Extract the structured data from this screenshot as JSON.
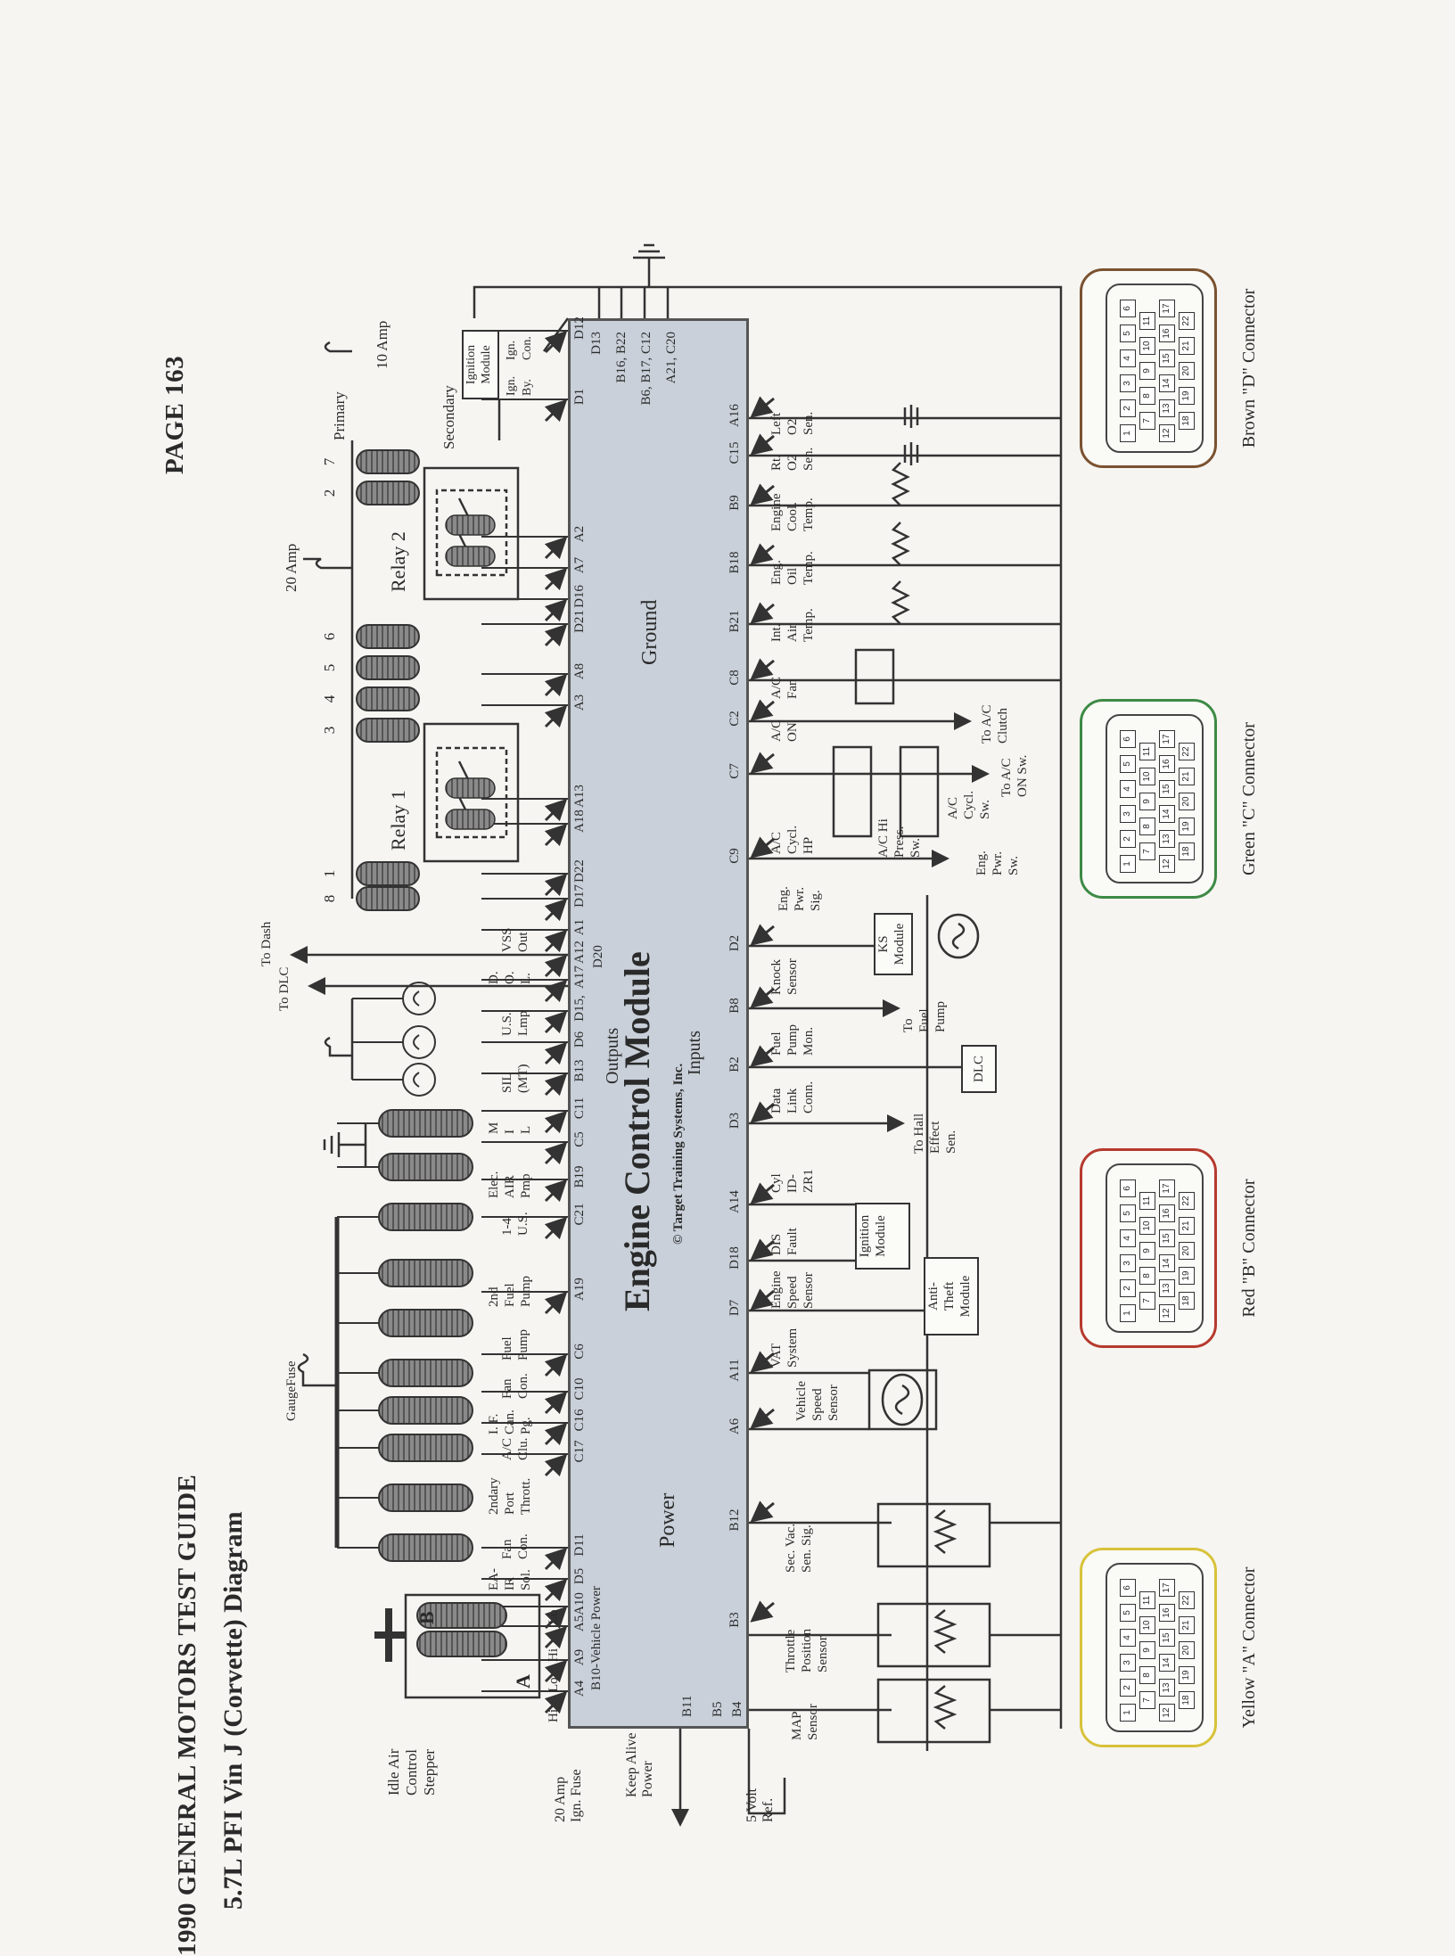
{
  "header": {
    "guide_title": "1990 GENERAL MOTORS TEST GUIDE",
    "diagram_title": "5.7L PFI Vin J (Corvette) Diagram",
    "page": "PAGE 163"
  },
  "ecm": {
    "title": "Engine Control Module",
    "copyright": "© Target Training Systems, Inc.",
    "outputs": "Outputs",
    "inputs": "Inputs",
    "power": "Power",
    "ground": "Ground",
    "vehicle_power": "B10-Vehicle Power",
    "d20": "D20",
    "top_pins": [
      "A4",
      "A9",
      "A5",
      "A10",
      "D5",
      "D11",
      "C17",
      "C16",
      "C10",
      "C6",
      "A19",
      "C21",
      "B19",
      "C5",
      "C11",
      "B13",
      "D6",
      "D15,",
      "A17",
      "A12",
      "A1",
      "D17",
      "D22",
      "A18",
      "A13",
      "A3",
      "A8",
      "D21",
      "D16",
      "A7",
      "A2",
      "D1",
      "D12"
    ],
    "bottom_pins": [
      "B3",
      "B12",
      "A6",
      "A11",
      "D7",
      "D18",
      "A14",
      "D3",
      "B2",
      "B8",
      "D2",
      "C9",
      "C7",
      "C2",
      "C8",
      "B21",
      "B18",
      "B9",
      "C15",
      "A16"
    ],
    "left_pins": [
      "B11",
      "B5",
      "B4"
    ],
    "ground_pins": [
      "D13",
      "B16, B22",
      "B6, B17, C12",
      "A21, C20"
    ]
  },
  "outputs": {
    "hi_left": "Hi",
    "lo_hi_lo": [
      "Lo",
      "Hi",
      "Lo"
    ],
    "coil_a": "A",
    "coil_b": "B",
    "labels": [
      "EA-\nIR\nSol.",
      "Fan\nCon.",
      "2ndary\nPort\nThrott.",
      "A/C\nClu.",
      "I. F.\nCan.\nPg.",
      "Fan\nCon.",
      "Fuel\nPump",
      "2nd\nFuel\nPump",
      "1-4\nU.S.",
      "Elec.\nAIR\nPmp",
      "M\nI\nL",
      "SIL\n(MT)",
      "U.S.\nLmp",
      "D.\nO.\nL.",
      "VSS\nOut"
    ],
    "to_dlc": "To DLC",
    "to_dash": "To Dash",
    "gauge_fuse": "GaugeFuse",
    "relay1": "Relay 1",
    "relay2": "Relay 2",
    "relay_numbers": [
      "8",
      "1",
      "3",
      "4",
      "5",
      "6",
      "2",
      "7"
    ],
    "amp20": "20 Amp",
    "amp10": "10 Amp",
    "primary": "Primary",
    "secondary": "Secondary",
    "ignition_module": "Ignition\nModule",
    "ign_by": "Ign.\nBy.",
    "ign_con": "Ign.\nCon."
  },
  "left": {
    "iac": "Idle Air\nControl\nStepper",
    "ign_fuse": "20 Amp\nIgn. Fuse",
    "keep_alive": "Keep Alive\nPower",
    "five_volt": "5 Volt\nRef."
  },
  "inputs": {
    "map": "MAP\nSensor",
    "tps": "Throttle\nPosition\nSensor",
    "sec_vac": "Sec. Vac.\nSen. Sig.",
    "vss": "Vehicle\nSpeed\nSensor",
    "vat": "VAT\nSystem",
    "ess": "Engine\nSpeed\nSensor",
    "dis": "DIS\nFault",
    "cyl": "Cyl\nID-\nZR1",
    "dlc_conn": "Data\nLink\nConn.",
    "fp_mon": "Fuel\nPump\nMon.",
    "knock": "Knock\nSensor",
    "eng_pwr_sig": "Eng.\nPwr.\nSig.",
    "ac_cycl_hp": "A/C\nCycl.\nHP",
    "ac_hi_press": "A/C Hi\nPress.\nSw.",
    "ac_cycl_sw": "A/C\nCycl.\nSw.",
    "eng_pwr_sw": "Eng.\nPwr.\nSw.",
    "to_ac_on_sw": "To A/C\nON Sw.",
    "ac_on": "A/C\nON",
    "ac_fan": "A/C\nFan",
    "to_ac_clutch": "To A/C\nClutch",
    "iat": "Int.\nAir\nTemp.",
    "eot": "Eng.\nOil\nTemp.",
    "ect": "Engine\nCool.\nTemp.",
    "rt_o2": "Rt.\nO2\nSen.",
    "left_o2": "Left\nO2\nSen.",
    "ignition_module": "Ignition\nModule",
    "anti_theft": "Anti-\nTheft\nModule",
    "ks_module": "KS\nModule",
    "dlc": "DLC",
    "to_fuel_pump": "To\nFuel\nPump",
    "to_hall": "To Hall\nEffect\nSen."
  },
  "connectors": [
    {
      "label": "Yellow \"A\" Connector",
      "color": "#d8c23a"
    },
    {
      "label": "Red \"B\" Connector",
      "color": "#b53a2e"
    },
    {
      "label": "Green \"C\" Connector",
      "color": "#3d8a45"
    },
    {
      "label": "Brown \"D\" Connector",
      "color": "#7a5230"
    }
  ],
  "connector_pins": [
    [
      "1",
      "2",
      "3",
      "4",
      "5",
      "6"
    ],
    [
      "7",
      "8",
      "9",
      "10",
      "11"
    ],
    [
      "12",
      "13",
      "14",
      "15",
      "16",
      "17"
    ],
    [
      "18",
      "19",
      "20",
      "21",
      "22"
    ]
  ]
}
